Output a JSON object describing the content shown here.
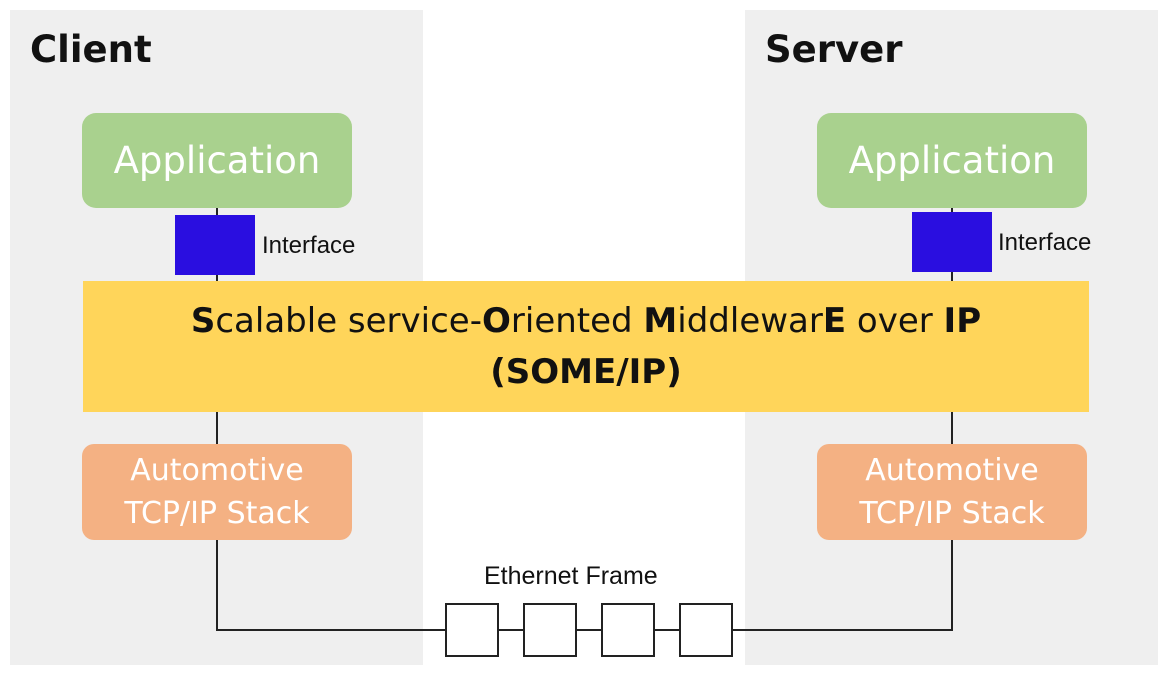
{
  "client": {
    "title": "Client",
    "application": "Application",
    "interface_label": "Interface",
    "stack_line1": "Automotive",
    "stack_line2": "TCP/IP Stack"
  },
  "server": {
    "title": "Server",
    "application": "Application",
    "interface_label": "Interface",
    "stack_line1": "Automotive",
    "stack_line2": "TCP/IP Stack"
  },
  "middleware": {
    "line1_parts": [
      "S",
      "calable service-",
      "O",
      "riented ",
      "M",
      "iddlewar",
      "E",
      " over ",
      "IP"
    ],
    "line2": "(SOME/IP)"
  },
  "ethernet": {
    "label": "Ethernet Frame",
    "frame_count": 4
  },
  "colors": {
    "application": "#a9d18e",
    "interface": "#2a0ee0",
    "middleware": "#ffd55a",
    "stack": "#f4b183",
    "panel": "#efefef"
  }
}
